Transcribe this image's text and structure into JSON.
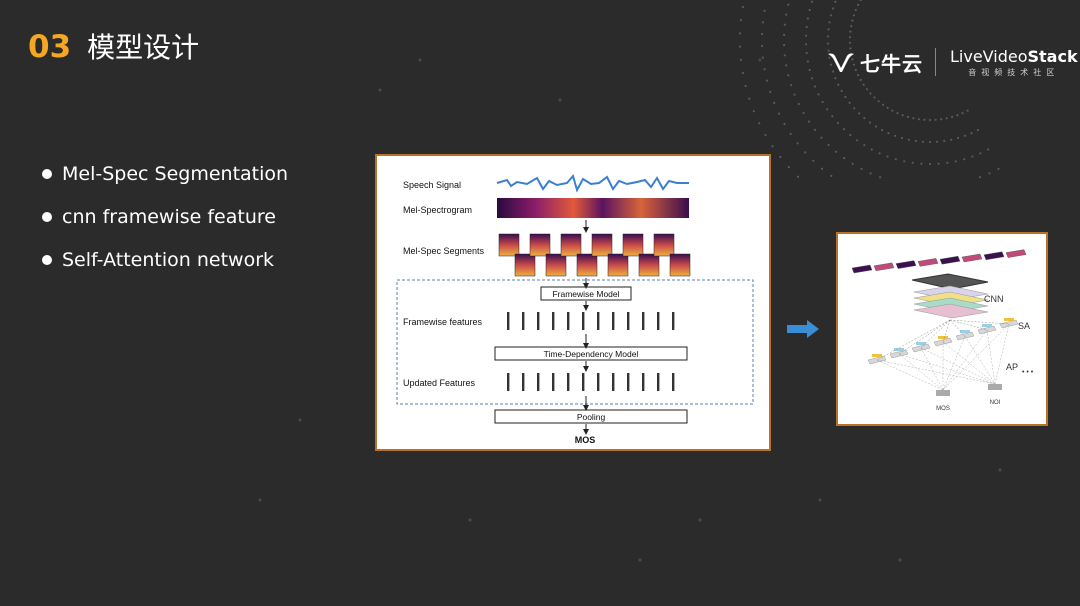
{
  "header": {
    "section_number": "03",
    "section_title": "模型设计"
  },
  "logos": {
    "qiniu_text": "七牛云",
    "livevideostack_prefix": "LiveVideo",
    "livevideostack_bold": "Stack",
    "livevideostack_sub": "音视频技术社区"
  },
  "bullets": [
    {
      "label": "Mel-Spec Segmentation"
    },
    {
      "label": "cnn framewise feature"
    },
    {
      "label": "Self-Attention network"
    }
  ],
  "pipeline": {
    "speech_signal": "Speech Signal",
    "mel_spectrogram": "Mel-Spectrogram",
    "mel_spec_segments": "Mel-Spec Segments",
    "framewise_model": "Framewise Model",
    "framewise_features": "Framewise features",
    "time_dependency_model": "Time-Dependency Model",
    "updated_features": "Updated Features",
    "pooling": "Pooling",
    "mos": "MOS"
  },
  "architecture": {
    "cnn": "CNN",
    "sa": "SA",
    "ap": "AP",
    "ellipsis": "• • •",
    "mos": "MOS",
    "noi": "NOI"
  },
  "colors": {
    "accent": "#f5a623",
    "frame": "#b8722c",
    "arrow": "#3a8ed8"
  }
}
